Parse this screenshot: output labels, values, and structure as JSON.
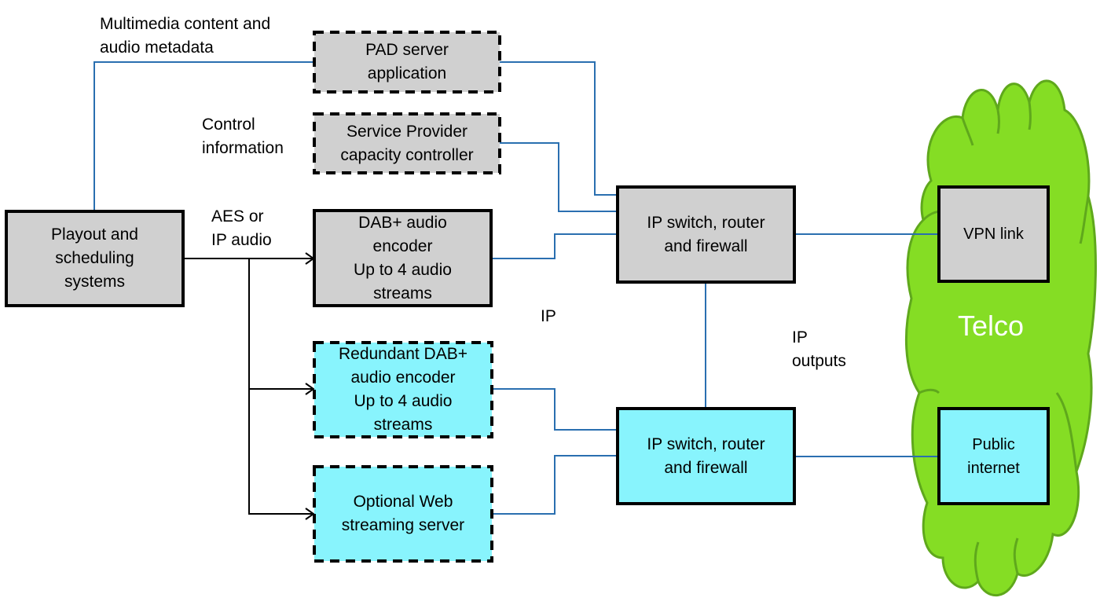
{
  "colors": {
    "grey_box": "#d0d0d0",
    "cyan_box": "#88f4fd",
    "cloud_fill": "#85dd24",
    "cloud_stroke": "#5fa81c",
    "link_line": "#2a6fb0",
    "audio_line": "#000000",
    "telco_text": "#ffffff"
  },
  "labels": {
    "multimedia": "Multimedia content and\naudio metadata",
    "control": "Control\ninformation",
    "aes": "AES or\nIP audio",
    "ip": "IP",
    "ip_outputs": "IP\noutputs"
  },
  "boxes": {
    "playout": "Playout and\nscheduling\nsystems",
    "pad": "PAD server\napplication",
    "spcc": "Service Provider\ncapacity controller",
    "dab_encoder": "DAB+ audio\nencoder\nUp to 4 audio\nstreams",
    "redundant_encoder": "Redundant DAB+\naudio encoder\nUp to 4 audio\nstreams",
    "web_streaming": "Optional Web\nstreaming server",
    "ip_switch_main": "IP switch, router\nand firewall",
    "ip_switch_backup": "IP switch, router\nand firewall",
    "vpn": "VPN link",
    "public_internet": "Public\ninternet"
  },
  "cloud": {
    "label": "Telco"
  }
}
